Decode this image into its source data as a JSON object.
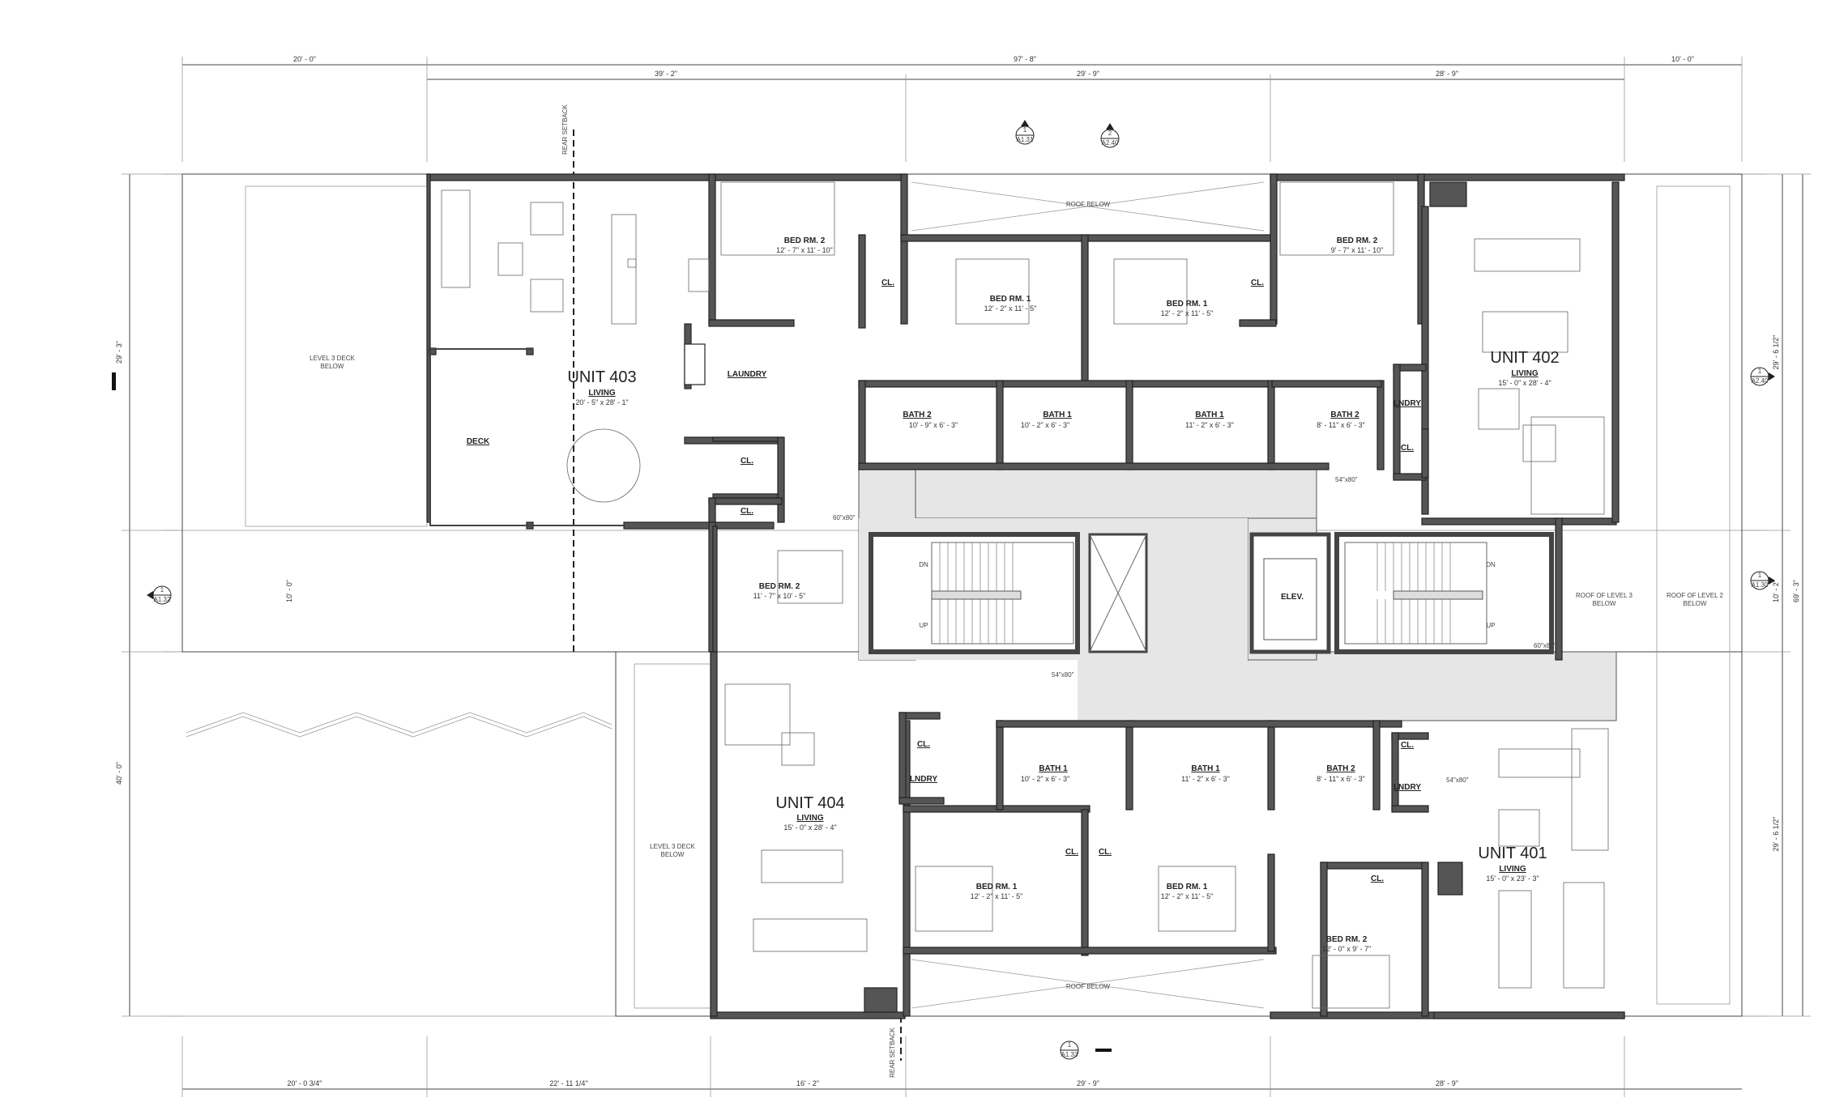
{
  "units": [
    {
      "id": "403",
      "title": "UNIT 403",
      "living_label": "LIVING",
      "living_dim": "20' - 5\" x 28' - 1\""
    },
    {
      "id": "402",
      "title": "UNIT 402",
      "living_label": "LIVING",
      "living_dim": "15' - 0\" x 28' - 4\""
    },
    {
      "id": "404",
      "title": "UNIT 404",
      "living_label": "LIVING",
      "living_dim": "15' - 0\" x 28' - 4\""
    },
    {
      "id": "401",
      "title": "UNIT 401",
      "living_label": "LIVING",
      "living_dim": "15' - 0\" x 23' - 3\""
    }
  ],
  "rooms": {
    "bed2_403": {
      "label": "BED RM. 2",
      "dim": "12' - 7\" x 11' - 10\""
    },
    "bed1_nw": {
      "label": "BED RM. 1",
      "dim": "12' - 2\" x 11' - 5\""
    },
    "bed1_ne": {
      "label": "BED RM. 1",
      "dim": "12' - 2\" x 11' - 5\""
    },
    "bed2_402": {
      "label": "BED RM. 2",
      "dim": "9' - 7\" x 11' - 10\""
    },
    "bath2_nw": {
      "label": "BATH 2",
      "dim": "10' - 9\" x 6' - 3\""
    },
    "bath1_nw": {
      "label": "BATH 1",
      "dim": "10' - 2\" x 6' - 3\""
    },
    "bath1_ne": {
      "label": "BATH 1",
      "dim": "11' - 2\" x 6' - 3\""
    },
    "bath2_ne": {
      "label": "BATH 2",
      "dim": "8' - 11\" x 6' - 3\""
    },
    "bed2_404": {
      "label": "BED RM. 2",
      "dim": "11' - 7\" x 10' - 5\""
    },
    "bath1_sw": {
      "label": "BATH 1",
      "dim": "10' - 2\" x 6' - 3\""
    },
    "bath1_se": {
      "label": "BATH 1",
      "dim": "11' - 2\" x 6' - 3\""
    },
    "bath2_se": {
      "label": "BATH 2",
      "dim": "8' - 11\" x 6' - 3\""
    },
    "bed1_sw": {
      "label": "BED RM. 1",
      "dim": "12' - 2\" x 11' - 5\""
    },
    "bed1_se": {
      "label": "BED RM. 1",
      "dim": "12' - 2\" x 11' - 5\""
    },
    "bed2_401": {
      "label": "BED RM. 2",
      "dim": "12' - 0\" x 9' - 7\""
    }
  },
  "labels": {
    "deck": "DECK",
    "laundry": "LAUNDRY",
    "closet": "CL.",
    "lndry": "LNDRY",
    "elev": "ELEV.",
    "dn": "DN",
    "up": "UP",
    "roof_below": "ROOF BELOW",
    "level3_deck_line1": "LEVEL 3 DECK",
    "level3_deck_line2": "BELOW",
    "roof_l3_line1": "ROOF OF LEVEL 3",
    "roof_l3_line2": "BELOW",
    "roof_l2_line1": "ROOF OF LEVEL 2",
    "roof_l2_line2": "BELOW",
    "rear_setback": "REAR SETBACK",
    "door_54": "54\"x80\"",
    "door_60": "60\"x80\"",
    "door_60b": "60\"x80\""
  },
  "dimensions_top": {
    "overall_left": "20' - 0\"",
    "overall_main": "97' - 8\"",
    "overall_right": "10' - 0\"",
    "seg1": "39' - 2\"",
    "seg2": "29' - 9\"",
    "seg3": "28' - 9\""
  },
  "dimensions_bottom": {
    "seg1": "20' - 0 3/4\"",
    "seg2": "22' - 11 1/4\"",
    "seg3": "16' - 2\"",
    "seg4": "29' - 9\"",
    "seg5": "28' - 9\""
  },
  "dimensions_left": {
    "upper": "29' - 3\"",
    "middle": "10' - 0\"",
    "lower": "40' - 0\""
  },
  "dimensions_right": {
    "upper": "29' - 6 1/2\"",
    "middle": "10' - 2\"",
    "lower": "29' - 6 1/2\"",
    "overall": "69' - 3\""
  },
  "section_tags": {
    "top1": {
      "num": "1",
      "sheet": "A1.31"
    },
    "top2": {
      "num": "2",
      "sheet": "A2.40"
    },
    "right1": {
      "num": "1",
      "sheet": "A2.40"
    },
    "right2": {
      "num": "1",
      "sheet": "A1.30"
    },
    "left1": {
      "num": "1",
      "sheet": "A1.32"
    },
    "bottom1": {
      "num": "1",
      "sheet": "A1.33"
    }
  }
}
